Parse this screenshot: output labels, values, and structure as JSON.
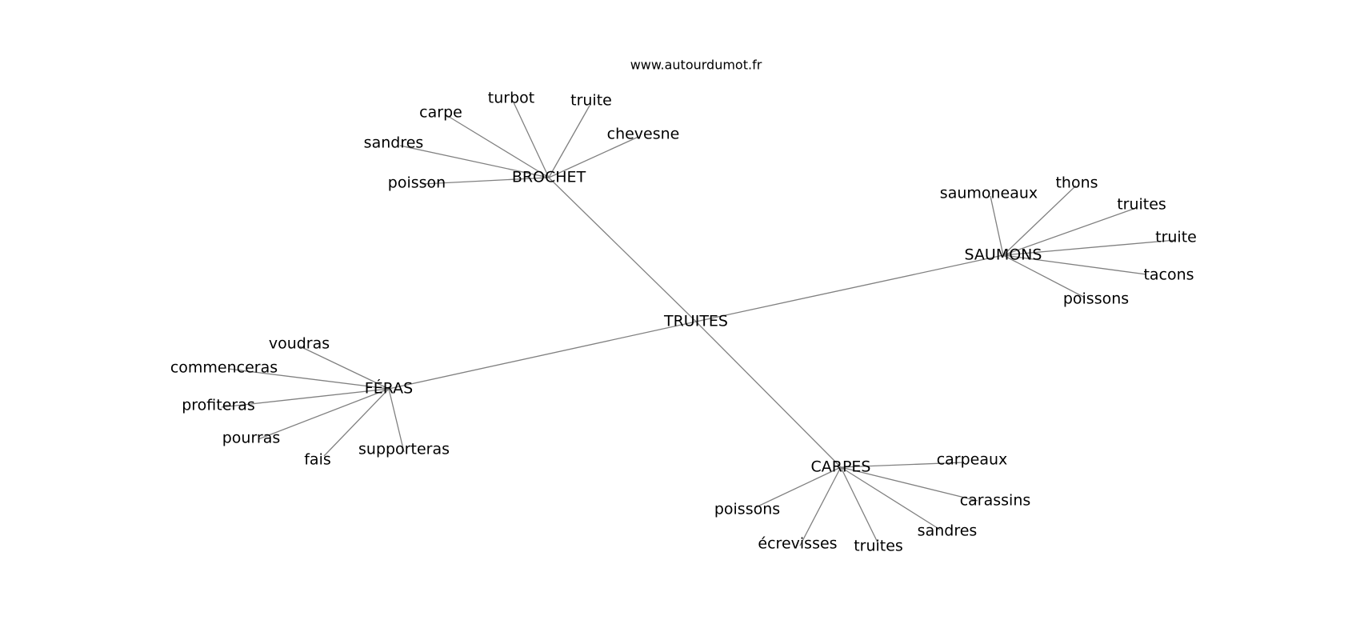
{
  "credit": "www.autourdumot.fr",
  "center": {
    "label": "TRUITES"
  },
  "clusters": [
    {
      "label": "BROCHET",
      "leaves": [
        "turbot",
        "truite",
        "carpe",
        "chevesne",
        "sandres",
        "poisson"
      ]
    },
    {
      "label": "SAUMONS",
      "leaves": [
        "thons",
        "saumoneaux",
        "truites",
        "truite",
        "tacons",
        "poissons"
      ]
    },
    {
      "label": "FÉRAS",
      "leaves": [
        "voudras",
        "commenceras",
        "profiteras",
        "pourras",
        "fais",
        "supporteras"
      ]
    },
    {
      "label": "CARPES",
      "leaves": [
        "carpeaux",
        "carassins",
        "sandres",
        "poissons",
        "truites",
        "écrevisses"
      ]
    }
  ],
  "colors": {
    "edge": "#808080",
    "text": "#000000",
    "background": "#ffffff"
  }
}
